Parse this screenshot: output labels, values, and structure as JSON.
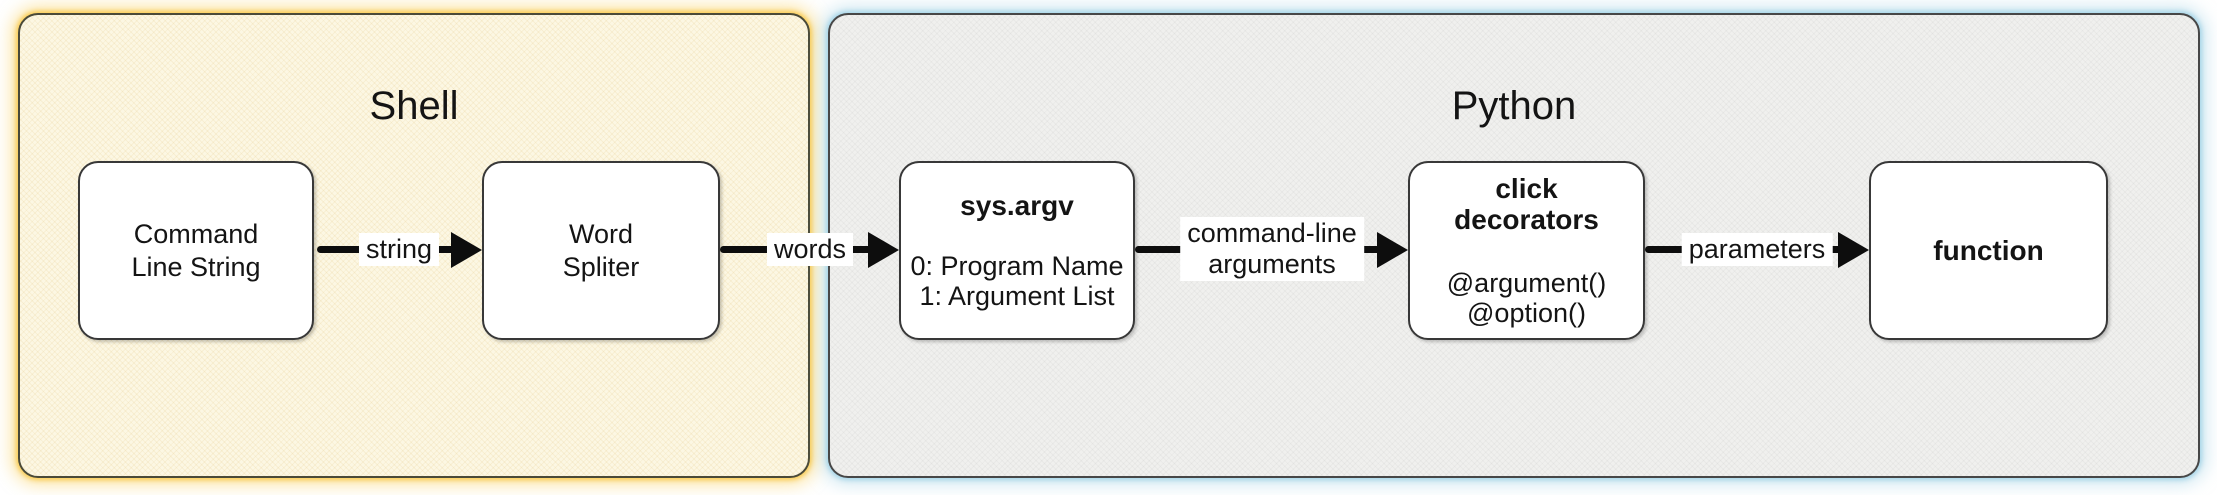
{
  "colors": {
    "shell_bg": "#fcf7e3",
    "shell_border": "#4a4a38",
    "shell_glow": "#f7cd4e",
    "python_bg": "#f0f0ee",
    "python_border": "#474747",
    "python_glow": "#a9d6e7",
    "node_bg": "#ffffff",
    "node_border": "#383838",
    "arrow_color": "#0d0d0d",
    "label_bg": "#ffffff",
    "text_color": "#141414"
  },
  "shell": {
    "title": "Shell",
    "nodes": {
      "command_line": {
        "line1": "Command",
        "line2": "Line String"
      },
      "word_splitter": {
        "line1": "Word",
        "line2": "Spliter"
      }
    }
  },
  "python": {
    "title": "Python",
    "nodes": {
      "sys_argv": {
        "title": "sys.argv",
        "line1": "0: Program Name",
        "line2": "1: Argument List"
      },
      "click_decorators": {
        "title1": "click",
        "title2": "decorators",
        "line1": "@argument()",
        "line2": "@option()"
      },
      "function": {
        "title": "function"
      }
    }
  },
  "edges": {
    "string": {
      "label": "string"
    },
    "words": {
      "label": "words"
    },
    "cli_args": {
      "line1": "command-line",
      "line2": "arguments"
    },
    "parameters": {
      "label": "parameters"
    }
  }
}
